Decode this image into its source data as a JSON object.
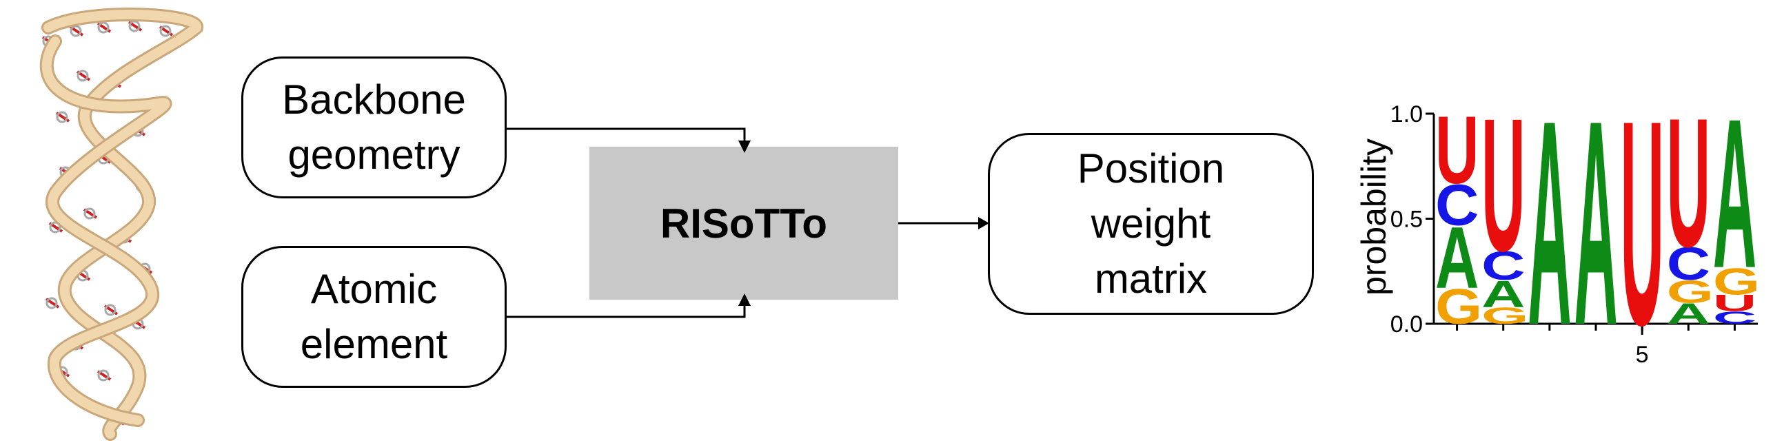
{
  "inputs": {
    "backbone": "Backbone\ngeometry",
    "atomic": "Atomic\nelement"
  },
  "model": {
    "name": "RISoTTo"
  },
  "output": {
    "label": "Position\nweight\nmatrix"
  },
  "colors": {
    "box_border": "#000000",
    "model_fill": "#c8c8c8",
    "ribbon": "#f1d7ad",
    "ribbon_edge": "#c9a77a",
    "base_stick": "#d22020",
    "A": "#0e8a16",
    "C": "#1515e8",
    "G": "#f0a000",
    "U": "#e80e0e"
  },
  "chart_data": {
    "type": "sequence-logo",
    "ylabel": "probability",
    "ylim": [
      0.0,
      1.0
    ],
    "yticks": [
      "0.0",
      "0.5",
      "1.0"
    ],
    "xticks": [
      {
        "position": 5,
        "label": "5"
      }
    ],
    "positions": [
      {
        "pos": 1,
        "stack": [
          {
            "base": "G",
            "p": 0.17
          },
          {
            "base": "A",
            "p": 0.3
          },
          {
            "base": "C",
            "p": 0.2
          },
          {
            "base": "U",
            "p": 0.33
          }
        ]
      },
      {
        "pos": 2,
        "stack": [
          {
            "base": "G",
            "p": 0.08
          },
          {
            "base": "A",
            "p": 0.13
          },
          {
            "base": "C",
            "p": 0.14
          },
          {
            "base": "U",
            "p": 0.65
          }
        ]
      },
      {
        "pos": 3,
        "stack": [
          {
            "base": "A",
            "p": 1.0
          }
        ]
      },
      {
        "pos": 4,
        "stack": [
          {
            "base": "A",
            "p": 1.0
          }
        ]
      },
      {
        "pos": 5,
        "stack": [
          {
            "base": "U",
            "p": 1.0
          }
        ]
      },
      {
        "pos": 6,
        "stack": [
          {
            "base": "A",
            "p": 0.1
          },
          {
            "base": "G",
            "p": 0.11
          },
          {
            "base": "C",
            "p": 0.16
          },
          {
            "base": "U",
            "p": 0.63
          }
        ]
      },
      {
        "pos": 7,
        "stack": [
          {
            "base": "C",
            "p": 0.06
          },
          {
            "base": "U",
            "p": 0.08
          },
          {
            "base": "G",
            "p": 0.13
          },
          {
            "base": "A",
            "p": 0.73
          }
        ]
      }
    ]
  }
}
